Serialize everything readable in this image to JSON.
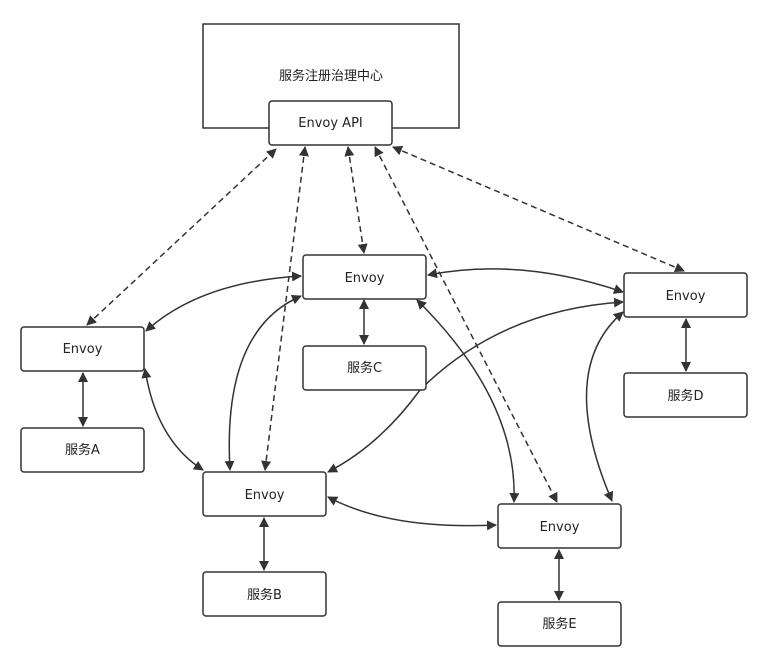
{
  "registry": {
    "title": "服务注册治理中心",
    "api_label": "Envoy API"
  },
  "envoys": {
    "a": "Envoy",
    "b": "Envoy",
    "c": "Envoy",
    "d": "Envoy",
    "e": "Envoy"
  },
  "services": {
    "a": "服务A",
    "b": "服务B",
    "c": "服务C",
    "d": "服务D",
    "e": "服务E"
  },
  "colors": {
    "stroke": "#333333",
    "fill": "#ffffff"
  },
  "line_styles": {
    "control_plane": "dashed",
    "data_plane": "solid"
  }
}
